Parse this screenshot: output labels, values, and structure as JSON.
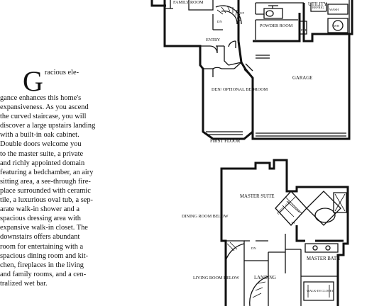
{
  "description": {
    "drop_cap": "G",
    "lines": [
      "racious ele-",
      "gance enhances this home's",
      "expansiveness. As you ascend",
      "the curved staircase, you will",
      "discover a large upstairs landing",
      "with a built-in oak cabinet.",
      "Double doors welcome you",
      "to the master suite, a private",
      "and richly appointed domain",
      "featuring a bedchamber, an airy",
      "sitting area, a see-through fire-",
      "place surrounded with ceramic",
      "tile, a luxurious oval tub, a sep-",
      "arate walk-in shower and a",
      "spacious dressing area with",
      "expansive walk-in closet. The",
      "downstairs offers abundant",
      "room for entertaining with a",
      "spacious dining room and kit-",
      "chen, fireplaces in the living",
      "and family rooms, and a cen-",
      "tralized wet bar."
    ]
  },
  "first_floor": {
    "caption": "FIRST FLOOR",
    "rooms": {
      "family": "FAMILY ROOM",
      "utility": "UTILITY",
      "powder": "POWDER ROOM",
      "entry": "ENTRY",
      "den": "DEN/ OPTIONAL BEDROOM",
      "garage": "GARAGE"
    },
    "marks": {
      "dn": "DN",
      "up": "UP",
      "far": "FAR",
      "wh": "WH",
      "refrig": "REFRIG",
      "washer": "WASH"
    }
  },
  "second_floor": {
    "rooms": {
      "master_suite": "MASTER SUITE",
      "dining_below": "DINING ROOM BELOW",
      "living_below": "LIVING ROOM BELOW",
      "landing": "LANDING",
      "master_bath": "MASTER BATH",
      "walkin": "WALK-IN CLOSET"
    },
    "marks": {
      "dn": "DN",
      "fireplace": "FIREPLACE",
      "tv": "TV"
    }
  }
}
